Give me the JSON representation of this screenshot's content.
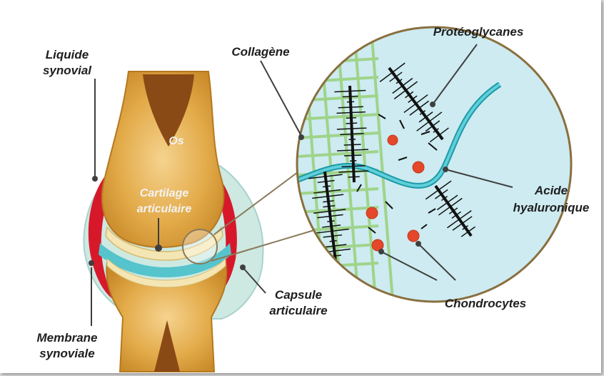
{
  "labels": {
    "liquide": [
      "Liquide",
      "synovial"
    ],
    "os": "Os",
    "cartilage": [
      "Cartilage",
      "articulaire"
    ],
    "membrane": [
      "Membrane",
      "synoviale"
    ],
    "capsule": [
      "Capsule",
      "articulaire"
    ],
    "collagene": "Collagène",
    "proteoglycanes": "Protéoglycanes",
    "acide": [
      "Acide",
      "hyaluronique"
    ],
    "chondrocytes": "Chondrocytes"
  },
  "colors": {
    "bone": "#d99c36",
    "bone_light": "#f0c777",
    "cartilage": "#f4e6b4",
    "fluid": "#bfe3e8",
    "membrane": "#d7182b",
    "zoom_bg": "#cdebf1",
    "hyaluronic": "#2bb7c4",
    "collagen": "#9fd48a",
    "chondrocyte": "#e5472a",
    "leader": "#3f3f3f"
  }
}
